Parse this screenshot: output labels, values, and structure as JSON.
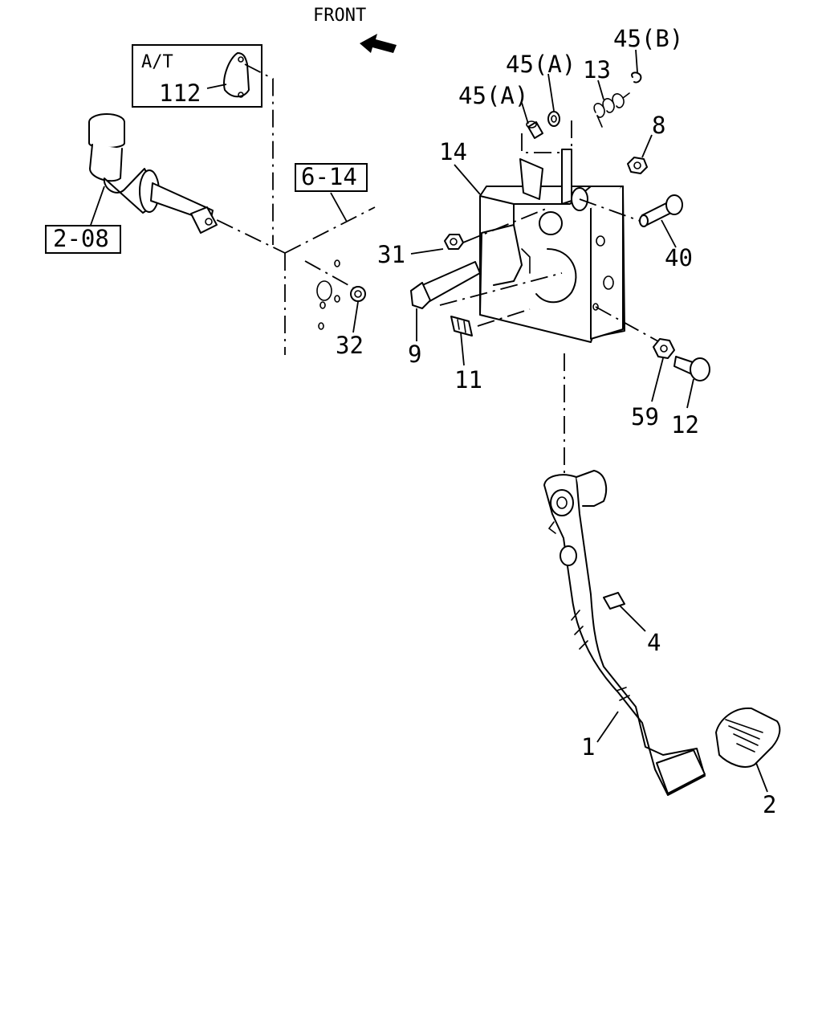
{
  "diagram": {
    "front_label": "FRONT",
    "inset_label": "A/T",
    "references": {
      "ref_2_08": "2-08",
      "ref_6_14": "6-14"
    },
    "callouts": {
      "p112": "112",
      "p45a_1": "45(A)",
      "p45a_2": "45(A)",
      "p45b": "45(B)",
      "p13": "13",
      "p8": "8",
      "p14": "14",
      "p40": "40",
      "p31": "31",
      "p32": "32",
      "p9": "9",
      "p11": "11",
      "p59": "59",
      "p12": "12",
      "p4": "4",
      "p1": "1",
      "p2": "2"
    }
  }
}
